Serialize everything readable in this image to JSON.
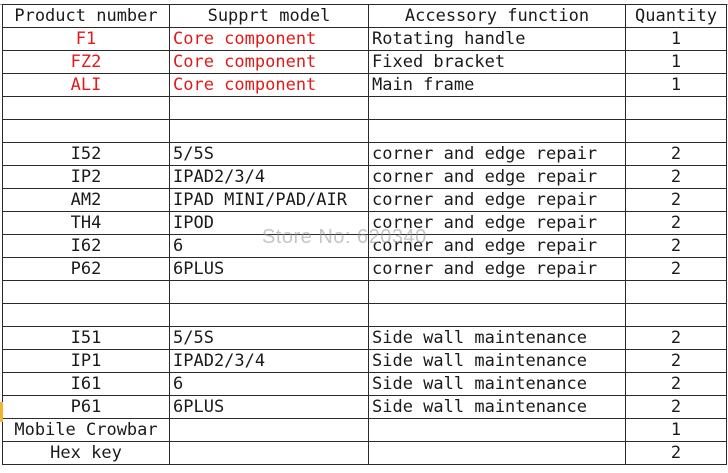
{
  "header": {
    "col1": "Product number",
    "col2": "Supprt model",
    "col3": "Accessory function",
    "col4": "Quantity"
  },
  "rows": [
    {
      "num": "F1",
      "model": "Core component",
      "func": "Rotating handle",
      "qty": "1"
    },
    {
      "num": "FZ2",
      "model": "Core component",
      "func": "Fixed bracket",
      "qty": "1"
    },
    {
      "num": "ALI",
      "model": "Core component",
      "func": "Main frame",
      "qty": "1"
    },
    {
      "num": "I52",
      "model": "5/5S",
      "func": "corner and edge repair",
      "qty": "2"
    },
    {
      "num": "IP2",
      "model": "IPAD2/3/4",
      "func": "corner and edge repair",
      "qty": "2"
    },
    {
      "num": "AM2",
      "model": "IPAD MINI/PAD/AIR",
      "func": "corner and edge repair",
      "qty": "2"
    },
    {
      "num": "TH4",
      "model": "IPOD",
      "func": "corner and edge repair",
      "qty": "2"
    },
    {
      "num": "I62",
      "model": "6",
      "func": "corner and edge repair",
      "qty": "2"
    },
    {
      "num": "P62",
      "model": "6PLUS",
      "func": "corner and edge repair",
      "qty": "2"
    },
    {
      "num": "I51",
      "model": "5/5S",
      "func": "Side wall maintenance",
      "qty": "2"
    },
    {
      "num": "IP1",
      "model": "IPAD2/3/4",
      "func": "Side wall maintenance",
      "qty": "2"
    },
    {
      "num": "I61",
      "model": "6",
      "func": "Side wall maintenance",
      "qty": "2"
    },
    {
      "num": "P61",
      "model": "6PLUS",
      "func": "Side wall maintenance",
      "qty": "2"
    },
    {
      "num": "Mobile Crowbar",
      "model": "",
      "func": "",
      "qty": "1"
    },
    {
      "num": "Hex key",
      "model": "",
      "func": "",
      "qty": "2"
    }
  ],
  "watermark": "Store No: 620340",
  "colors": {
    "core_red": "#e11a1a",
    "text": "#1a1a1a",
    "grid": "#2b2b2b"
  }
}
